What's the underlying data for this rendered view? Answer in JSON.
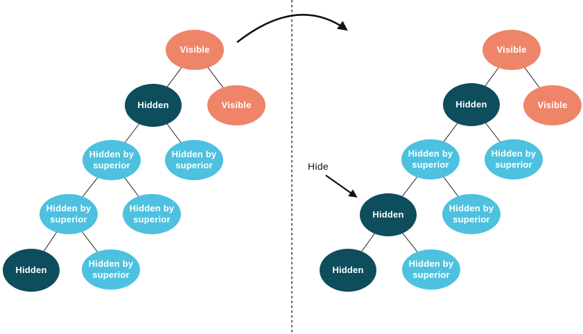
{
  "colors": {
    "visible": "#EE8569",
    "hidden": "#0D4D5C",
    "hidden_by_superior": "#4DC1DF",
    "connector": "#1a1a1a",
    "annotation": "#111111",
    "node_text": "#ffffff",
    "background": "#ffffff"
  },
  "annotations": {
    "hide_label": "Hide"
  },
  "trees": {
    "before": {
      "nodes": [
        {
          "label": "Visible",
          "state": "visible"
        },
        {
          "label": "Hidden",
          "state": "hidden"
        },
        {
          "label": "Visible",
          "state": "visible"
        },
        {
          "label": "Hidden by superior",
          "state": "hidden_by_superior"
        },
        {
          "label": "Hidden by superior",
          "state": "hidden_by_superior"
        },
        {
          "label": "Hidden by superior",
          "state": "hidden_by_superior"
        },
        {
          "label": "Hidden by superior",
          "state": "hidden_by_superior"
        },
        {
          "label": "Hidden",
          "state": "hidden"
        },
        {
          "label": "Hidden by superior",
          "state": "hidden_by_superior"
        }
      ]
    },
    "after": {
      "nodes": [
        {
          "label": "Visible",
          "state": "visible"
        },
        {
          "label": "Hidden",
          "state": "hidden"
        },
        {
          "label": "Visible",
          "state": "visible"
        },
        {
          "label": "Hidden by superior",
          "state": "hidden_by_superior"
        },
        {
          "label": "Hidden by superior",
          "state": "hidden_by_superior"
        },
        {
          "label": "Hidden",
          "state": "hidden"
        },
        {
          "label": "Hidden by superior",
          "state": "hidden_by_superior"
        },
        {
          "label": "Hidden",
          "state": "hidden"
        },
        {
          "label": "Hidden by superior",
          "state": "hidden_by_superior"
        }
      ]
    }
  }
}
